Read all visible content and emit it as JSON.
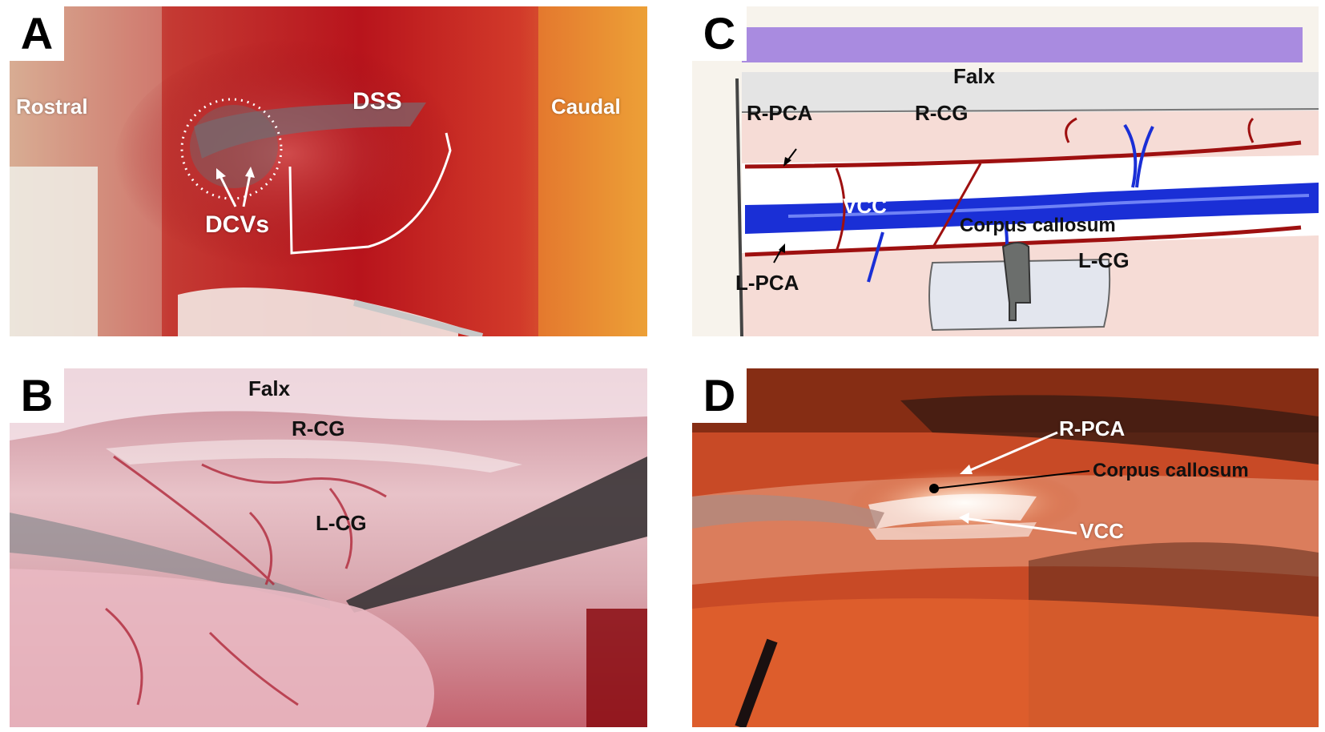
{
  "panels": {
    "a": {
      "letter": "A",
      "labels": {
        "rostral": "Rostral",
        "caudal": "Caudal",
        "dss": "DSS",
        "dcvs": "DCVs"
      }
    },
    "b": {
      "letter": "B",
      "labels": {
        "falx": "Falx",
        "r_cg": "R-CG",
        "l_cg": "L-CG"
      }
    },
    "c": {
      "letter": "C",
      "labels": {
        "falx": "Falx",
        "r_pca": "R-PCA",
        "r_cg": "R-CG",
        "vcc": "VCC",
        "corpus_callosum": "Corpus callosum",
        "l_pca": "L-PCA",
        "l_cg": "L-CG"
      }
    },
    "d": {
      "letter": "D",
      "labels": {
        "r_pca": "R-PCA",
        "corpus_callosum": "Corpus callosum",
        "vcc": "VCC"
      }
    }
  },
  "colors": {
    "vein_blue": "#1a2fd6",
    "artery_red": "#9e1010",
    "falx_purple": "#a98be0",
    "brain_pink": "#f6dcd6"
  }
}
